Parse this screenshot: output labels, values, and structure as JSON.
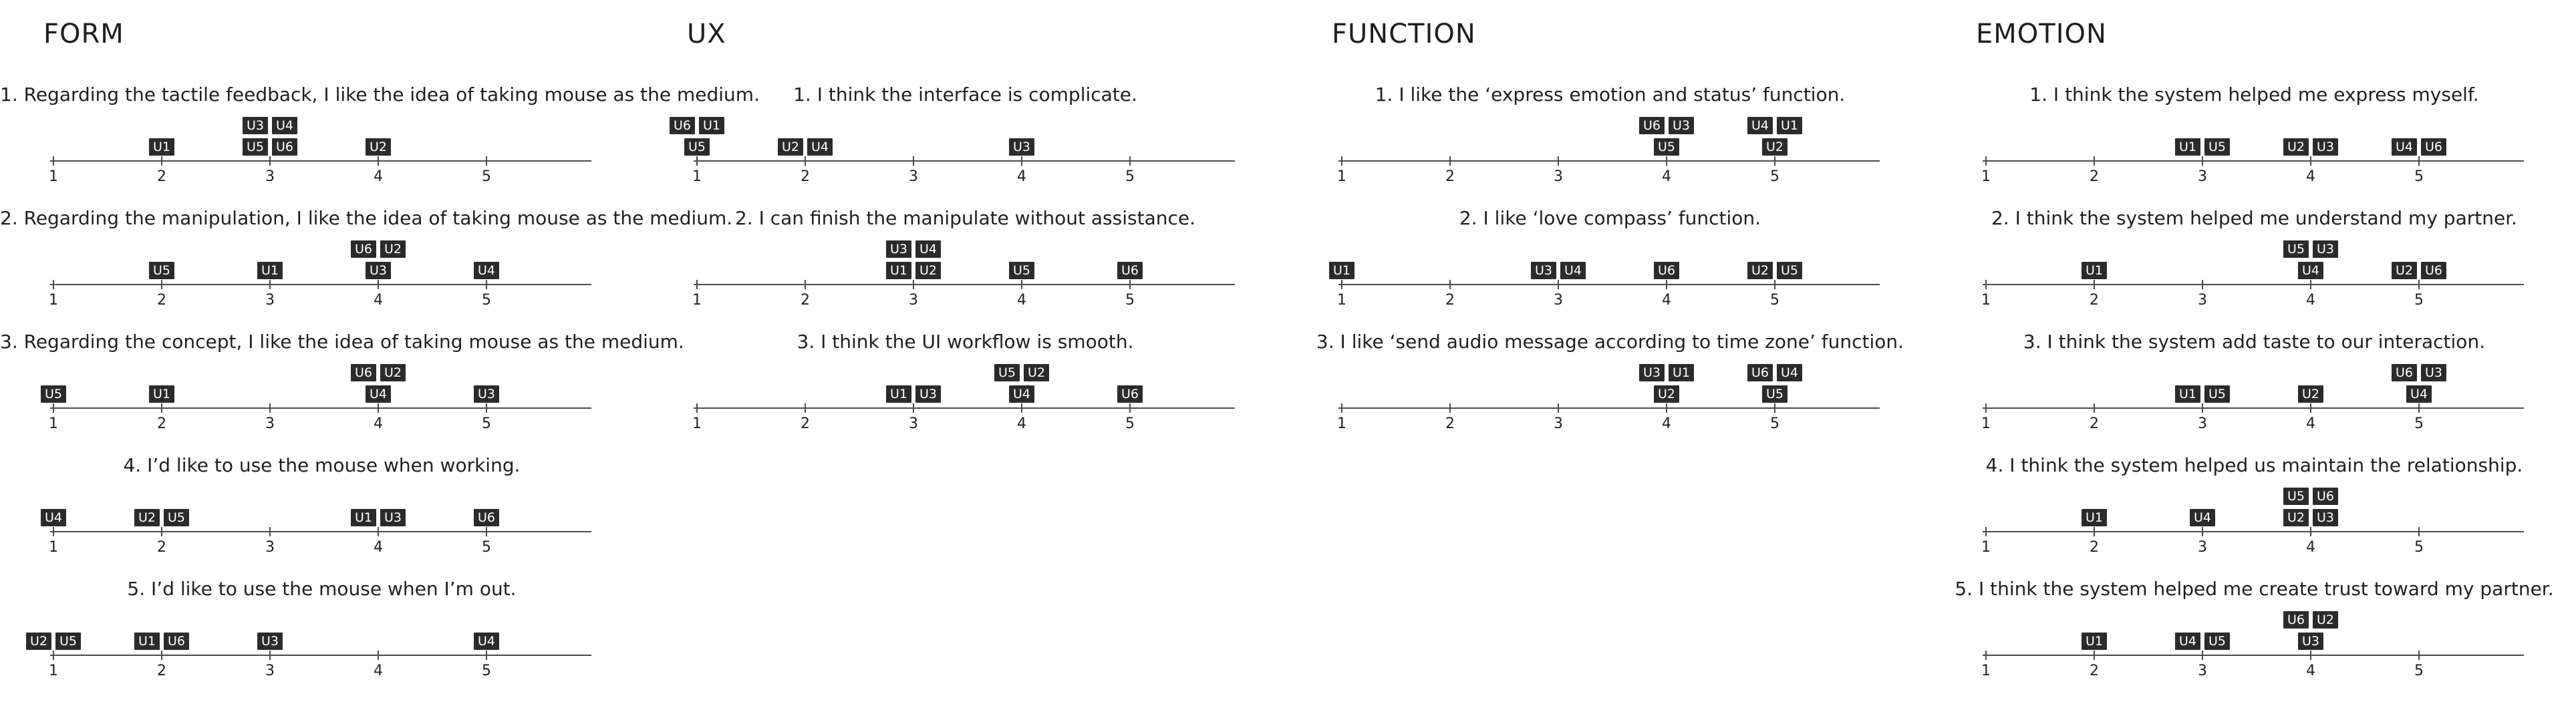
{
  "chart_data": [
    {
      "type": "scatter",
      "title": "FORM",
      "axis_ticks": [
        1,
        2,
        3,
        4,
        5
      ],
      "questions": [
        {
          "text": "1. Regarding the tactile feedback, I like the idea of taking mouse as the medium.",
          "ratings": [
            {
              "user": "U1",
              "value": 2
            },
            {
              "user": "U3",
              "value": 3
            },
            {
              "user": "U4",
              "value": 3
            },
            {
              "user": "U5",
              "value": 3
            },
            {
              "user": "U6",
              "value": 3
            },
            {
              "user": "U2",
              "value": 4
            }
          ]
        },
        {
          "text": "2. Regarding the manipulation, I like the idea of taking mouse as the medium.",
          "ratings": [
            {
              "user": "U5",
              "value": 2
            },
            {
              "user": "U1",
              "value": 3
            },
            {
              "user": "U6",
              "value": 4
            },
            {
              "user": "U2",
              "value": 4
            },
            {
              "user": "U3",
              "value": 4
            },
            {
              "user": "U4",
              "value": 5
            }
          ]
        },
        {
          "text": "3. Regarding the concept, I like the idea of taking mouse as the medium.",
          "ratings": [
            {
              "user": "U5",
              "value": 1
            },
            {
              "user": "U1",
              "value": 2
            },
            {
              "user": "U6",
              "value": 4
            },
            {
              "user": "U2",
              "value": 4
            },
            {
              "user": "U4",
              "value": 4
            },
            {
              "user": "U3",
              "value": 5
            }
          ]
        },
        {
          "text": "4. I’d like to use the mouse when working.",
          "ratings": [
            {
              "user": "U4",
              "value": 1
            },
            {
              "user": "U2",
              "value": 2
            },
            {
              "user": "U5",
              "value": 2
            },
            {
              "user": "U1",
              "value": 4
            },
            {
              "user": "U3",
              "value": 4
            },
            {
              "user": "U6",
              "value": 5
            }
          ]
        },
        {
          "text": "5. I’d like to use the mouse when I’m out.",
          "ratings": [
            {
              "user": "U2",
              "value": 1
            },
            {
              "user": "U5",
              "value": 1
            },
            {
              "user": "U1",
              "value": 2
            },
            {
              "user": "U6",
              "value": 2
            },
            {
              "user": "U3",
              "value": 3
            },
            {
              "user": "U4",
              "value": 5
            }
          ]
        }
      ]
    },
    {
      "type": "scatter",
      "title": "UX",
      "axis_ticks": [
        1,
        2,
        3,
        4,
        5
      ],
      "questions": [
        {
          "text": "1. I think the interface is complicate.",
          "ratings": [
            {
              "user": "U6",
              "value": 1
            },
            {
              "user": "U1",
              "value": 1
            },
            {
              "user": "U5",
              "value": 1
            },
            {
              "user": "U2",
              "value": 2
            },
            {
              "user": "U4",
              "value": 2
            },
            {
              "user": "U3",
              "value": 4
            }
          ]
        },
        {
          "text": "2. I can finish the manipulate without assistance.",
          "ratings": [
            {
              "user": "U3",
              "value": 3
            },
            {
              "user": "U4",
              "value": 3
            },
            {
              "user": "U1",
              "value": 3
            },
            {
              "user": "U2",
              "value": 3
            },
            {
              "user": "U5",
              "value": 4
            },
            {
              "user": "U6",
              "value": 5
            }
          ]
        },
        {
          "text": "3. I think the UI workflow is smooth.",
          "ratings": [
            {
              "user": "U1",
              "value": 3
            },
            {
              "user": "U3",
              "value": 3
            },
            {
              "user": "U5",
              "value": 4
            },
            {
              "user": "U2",
              "value": 4
            },
            {
              "user": "U4",
              "value": 4
            },
            {
              "user": "U6",
              "value": 5
            }
          ]
        }
      ]
    },
    {
      "type": "scatter",
      "title": "FUNCTION",
      "axis_ticks": [
        1,
        2,
        3,
        4,
        5
      ],
      "questions": [
        {
          "text": "1. I like the ‘express emotion and status’ function.",
          "ratings": [
            {
              "user": "U6",
              "value": 4
            },
            {
              "user": "U3",
              "value": 4
            },
            {
              "user": "U5",
              "value": 4
            },
            {
              "user": "U4",
              "value": 5
            },
            {
              "user": "U1",
              "value": 5
            },
            {
              "user": "U2",
              "value": 5
            }
          ]
        },
        {
          "text": "2. I like ‘love compass’ function.",
          "ratings": [
            {
              "user": "U1",
              "value": 1
            },
            {
              "user": "U3",
              "value": 3
            },
            {
              "user": "U4",
              "value": 3
            },
            {
              "user": "U6",
              "value": 4
            },
            {
              "user": "U2",
              "value": 5
            },
            {
              "user": "U5",
              "value": 5
            }
          ]
        },
        {
          "text": "3. I like ‘send audio message according to time zone’ function.",
          "ratings": [
            {
              "user": "U3",
              "value": 4
            },
            {
              "user": "U1",
              "value": 4
            },
            {
              "user": "U2",
              "value": 4
            },
            {
              "user": "U6",
              "value": 5
            },
            {
              "user": "U4",
              "value": 5
            },
            {
              "user": "U5",
              "value": 5
            }
          ]
        }
      ]
    },
    {
      "type": "scatter",
      "title": "EMOTION",
      "axis_ticks": [
        1,
        2,
        3,
        4,
        5
      ],
      "questions": [
        {
          "text": "1. I think the system helped me express myself.",
          "ratings": [
            {
              "user": "U1",
              "value": 3
            },
            {
              "user": "U5",
              "value": 3
            },
            {
              "user": "U2",
              "value": 4
            },
            {
              "user": "U3",
              "value": 4
            },
            {
              "user": "U4",
              "value": 5
            },
            {
              "user": "U6",
              "value": 5
            }
          ]
        },
        {
          "text": "2. I think the system helped me understand my partner.",
          "ratings": [
            {
              "user": "U1",
              "value": 2
            },
            {
              "user": "U5",
              "value": 4
            },
            {
              "user": "U3",
              "value": 4
            },
            {
              "user": "U4",
              "value": 4
            },
            {
              "user": "U2",
              "value": 5
            },
            {
              "user": "U6",
              "value": 5
            }
          ]
        },
        {
          "text": "3. I think the system add taste to our interaction.",
          "ratings": [
            {
              "user": "U1",
              "value": 3
            },
            {
              "user": "U5",
              "value": 3
            },
            {
              "user": "U2",
              "value": 4
            },
            {
              "user": "U6",
              "value": 5
            },
            {
              "user": "U3",
              "value": 5
            },
            {
              "user": "U4",
              "value": 5
            }
          ]
        },
        {
          "text": "4. I think the system helped us maintain the relationship.",
          "ratings": [
            {
              "user": "U1",
              "value": 2
            },
            {
              "user": "U4",
              "value": 3
            },
            {
              "user": "U5",
              "value": 4
            },
            {
              "user": "U6",
              "value": 4
            },
            {
              "user": "U2",
              "value": 4
            },
            {
              "user": "U3",
              "value": 4
            }
          ]
        },
        {
          "text": "5. I think the system helped me create trust toward my partner.",
          "ratings": [
            {
              "user": "U1",
              "value": 2
            },
            {
              "user": "U4",
              "value": 3
            },
            {
              "user": "U5",
              "value": 3
            },
            {
              "user": "U6",
              "value": 4
            },
            {
              "user": "U2",
              "value": 4
            },
            {
              "user": "U3",
              "value": 4
            }
          ]
        }
      ]
    }
  ],
  "colors": {
    "badge_bg": "#2b2b2b",
    "badge_text": "#ffffff",
    "axis": "#4a4a4a",
    "text": "#1f1f1f"
  }
}
